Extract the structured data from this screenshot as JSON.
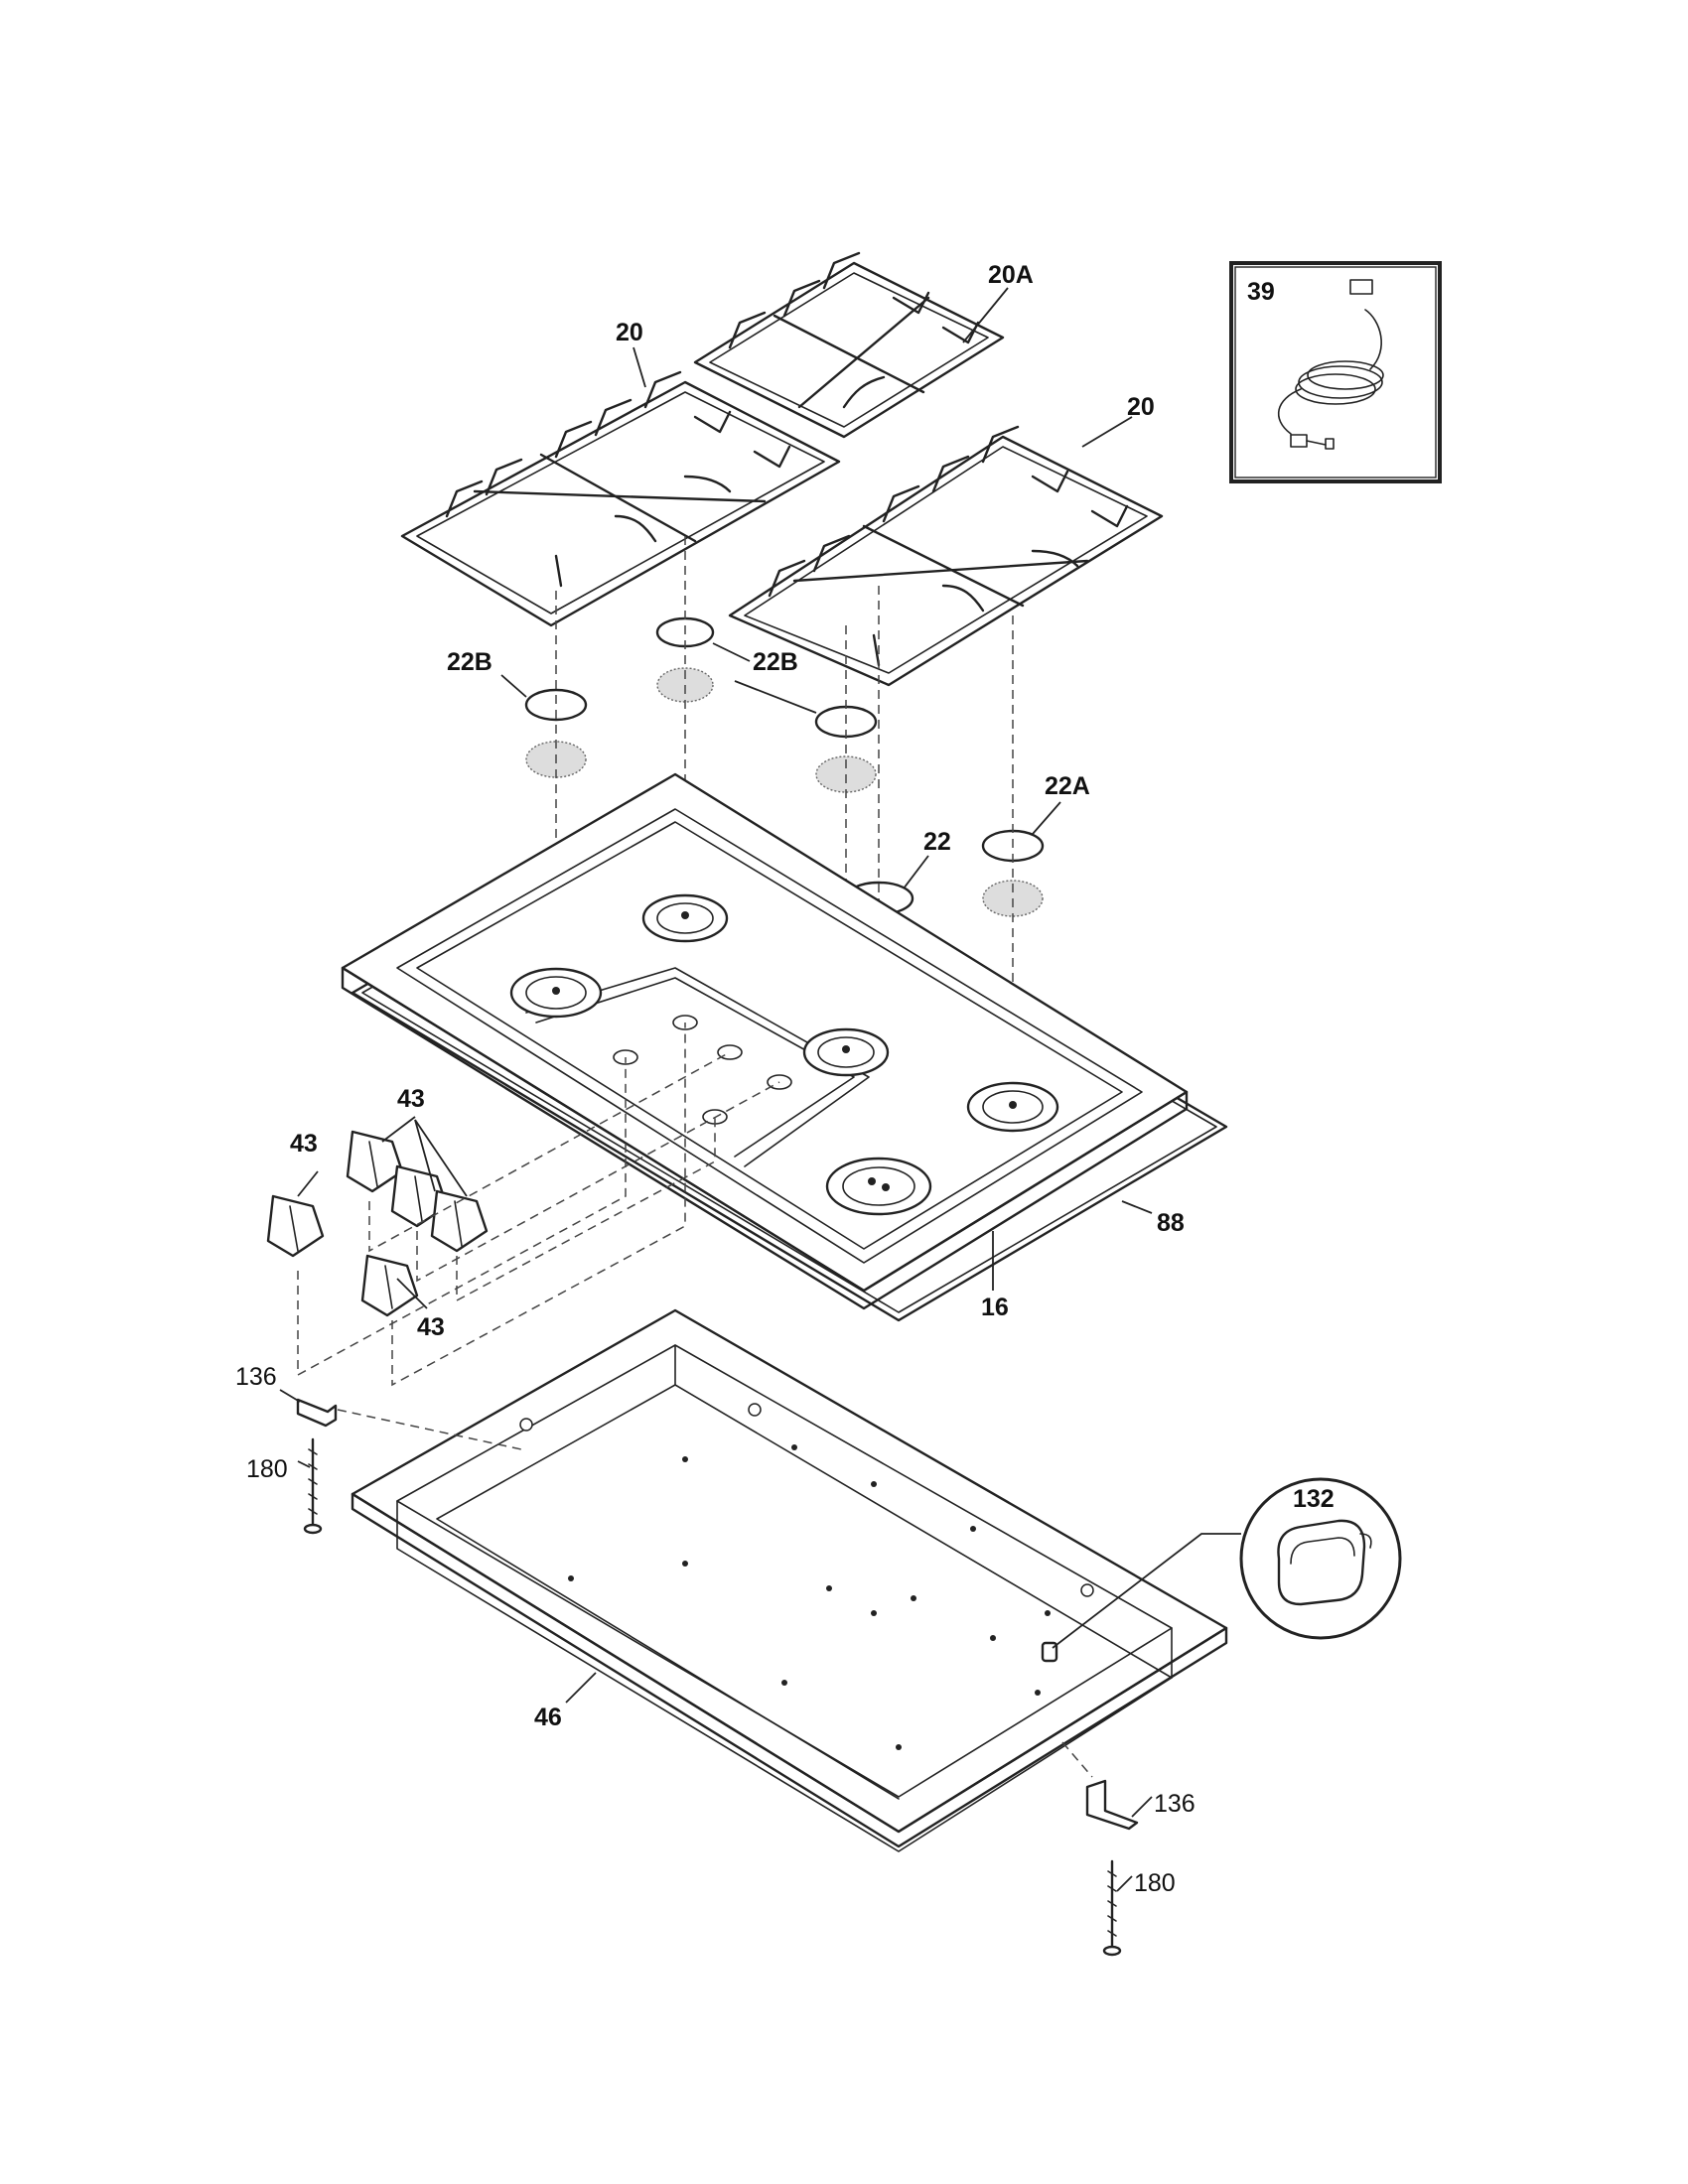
{
  "callouts": {
    "grate_left": "20",
    "grate_top": "20A",
    "grate_right": "20",
    "cap_left": "22B",
    "cap_center": "22B",
    "cap_large": "22",
    "cap_right": "22A",
    "cord_box": "39",
    "knobs_group": "43",
    "knob_left": "43",
    "knob_bottom": "43",
    "cooktop": "16",
    "gasket": "88",
    "bracket_left": "136",
    "screw_left": "180",
    "burner_box": "46",
    "clip_inset": "132",
    "bracket_right": "136",
    "screw_right": "180"
  }
}
